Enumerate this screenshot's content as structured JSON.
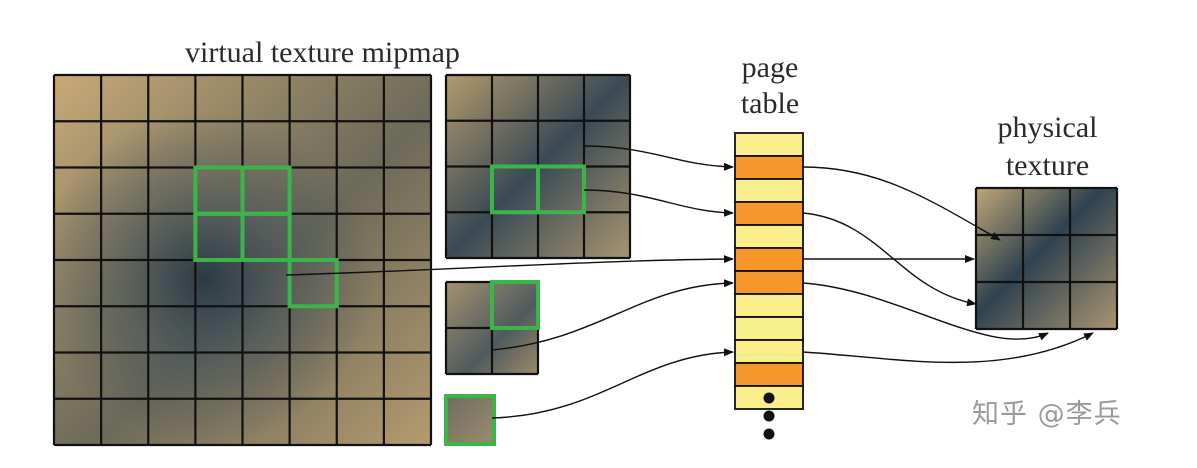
{
  "labels": {
    "mipmap_title": "virtual texture mipmap",
    "page_table_line1": "page",
    "page_table_line2": "table",
    "physical_line1": "physical",
    "physical_line2": "texture",
    "watermark": "知乎 @李兵"
  },
  "colors": {
    "highlight": "#3bb54a",
    "entry_filled": "#f7962b",
    "entry_empty": "#fbee8c",
    "grid_line": "#111111",
    "terrain_dark": "#1f3040",
    "terrain_mid": "#8a7f63",
    "terrain_light": "#c9aa78"
  },
  "mip_levels": [
    {
      "level": 0,
      "grid": 8,
      "highlighted_cells": [
        [
          3,
          2
        ],
        [
          4,
          2
        ],
        [
          3,
          3
        ],
        [
          4,
          3
        ],
        [
          5,
          4
        ]
      ]
    },
    {
      "level": 1,
      "grid": 4,
      "highlighted_cells": [
        [
          1,
          2
        ],
        [
          2,
          2
        ]
      ]
    },
    {
      "level": 2,
      "grid": 2,
      "highlighted_cells": [
        [
          1,
          0
        ]
      ]
    },
    {
      "level": 3,
      "grid": 1,
      "highlighted_cells": [
        [
          0,
          0
        ]
      ]
    }
  ],
  "page_table": {
    "entries": [
      "empty",
      "filled",
      "empty",
      "filled",
      "empty",
      "filled",
      "filled",
      "empty",
      "empty",
      "empty",
      "filled",
      "empty"
    ],
    "has_more": true
  },
  "physical_texture": {
    "grid": 3
  }
}
